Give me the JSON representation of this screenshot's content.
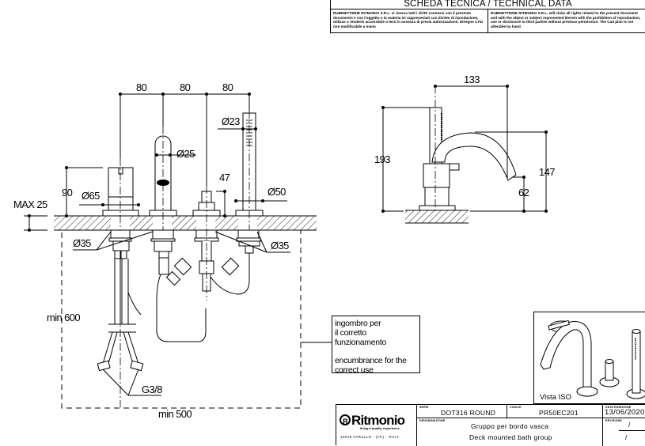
{
  "header": {
    "title": "SCHEDA TECNICA / TECHNICAL DATA",
    "disclaimer_it": "RUBINETTERIE RITMONIO S.R.L. si riserva tutti i diritti connessi con il presente documento e con l'oggetto o la materia ivi rappresentati con divieto di riproduzione, utilizzo o renderlo accessibile a terzi in assenza di previa autorizzazione. Disegno CAD non modificabile a mano",
    "disclaimer_en": "RUBINETTERIE RITMONIO S.R.L. will claim all rights related to the present document and with the object or subject represented therein with the prohibition of reproduction, use or disclosure to third parties without previous permission. The Cad plan is not alterable by hand"
  },
  "front_view": {
    "spacing": [
      "80",
      "80",
      "80"
    ],
    "dia_spout": "Ø25",
    "dia_handshower": "Ø23",
    "dia_mixer": "Ø65",
    "dia_handshower_base": "Ø50",
    "height_mixer": "90",
    "height_diverter": "47",
    "deck_thickness": "MAX 25",
    "dia_hole_left": "Ø35",
    "dia_hole_right": "Ø35",
    "depth": "min 600",
    "width": "min 500",
    "connection": "G3/8"
  },
  "side_view": {
    "reach": "133",
    "total_height": "193",
    "spout_height": "147",
    "outlet_height": "62"
  },
  "note": {
    "it_line1": "ingombro per",
    "it_line2": "il corretto funzionamento",
    "en_line1": "encumbrance for the",
    "en_line2": "correct use"
  },
  "iso_view": {
    "label": "Vista ISO"
  },
  "title_block": {
    "brand": "Ritmonio",
    "brand_mark": "R",
    "tagline": "living a quality experience",
    "address": "13019 VARALLO - (VC) - ITALY",
    "series_label": "SERIE",
    "series": "DOT316 ROUND",
    "code_label": "CODICE",
    "code": "PR50EC201",
    "date_label": "DATA EMISSIONE",
    "date": "13/06/2020",
    "description_label": "DENOMINAZIONE",
    "description_it": "Gruppo per bordo vasca",
    "description_en": "Deck mounted bath group",
    "revision_label": "REVISIONE",
    "revision": "/",
    "revision2": "/"
  }
}
